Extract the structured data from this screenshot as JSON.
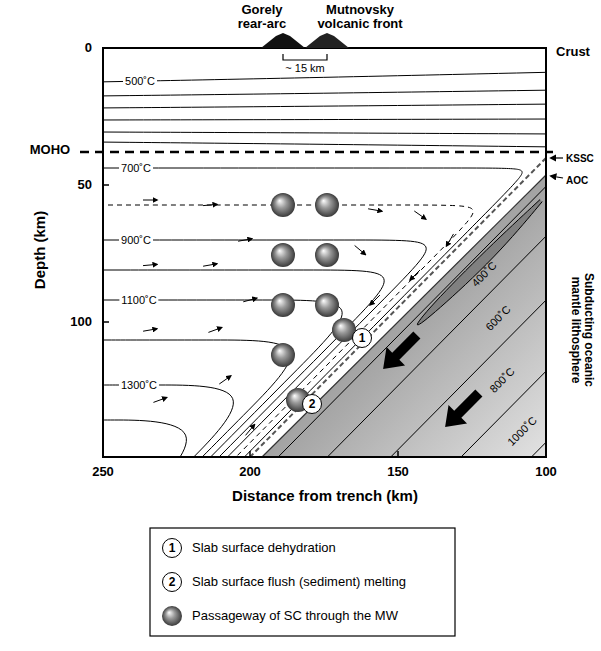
{
  "diagram": {
    "nodes": [
      {
        "text": [
          "1"
        ]
      },
      {
        "text": [
          "2"
        ]
      },
      {
        "text": [
          "1"
        ]
      },
      {
        "text": [
          "2"
        ]
      }
    ],
    "edges": [],
    "labels": [
      "Gorely rear-arc",
      "Mutnovsky volcanic front",
      "~ 15 km",
      "0",
      "Crust",
      "Depth (km)",
      "MOHO",
      "50",
      "100",
      "500˚C",
      "700˚C",
      "900˚C",
      "1100˚C",
      "1300˚C",
      "KSSC",
      "AOC",
      "400˚C",
      "600˚C",
      "800˚C",
      "1000˚C",
      "Subducting oceanic mantle lithosphere",
      "250",
      "200",
      "150",
      "100",
      "Distance from trench (km)"
    ],
    "legend": [
      {
        "text": "Slab surface dehydration"
      },
      {
        "text": "Slab surface flush (sediment) melting"
      },
      {
        "text": "Passageway of SC through the MW"
      }
    ]
  }
}
